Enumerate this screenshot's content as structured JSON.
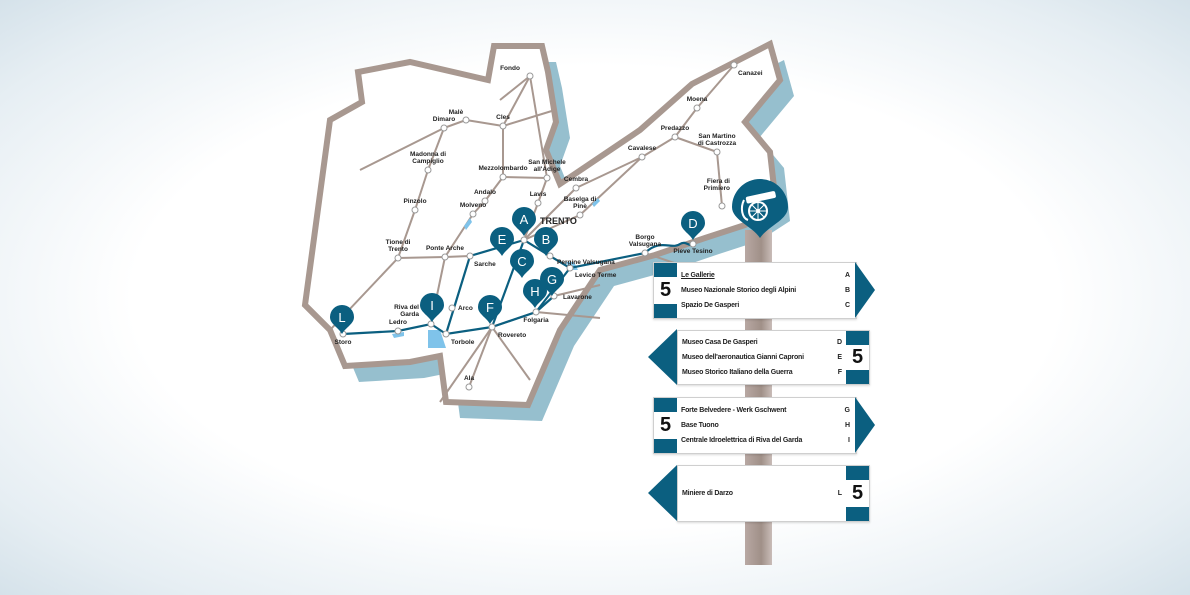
{
  "map": {
    "towns": [
      "Fondo",
      "Malè",
      "Cles",
      "Dimaro",
      "Canazei",
      "Moena",
      "Predazzo",
      "San Martino di Castrozza",
      "Cavalese",
      "Madonna di Campiglio",
      "Mezzolombardo",
      "San Michele all'Adige",
      "Cembra",
      "Andalo",
      "Lavis",
      "Fiera di Primiero",
      "Pinzolo",
      "Molveno",
      "Baselga di Pinè",
      "TRENTO",
      "Tione di Trento",
      "Ponte Arche",
      "Sarche",
      "Pergine Valsugana",
      "Borgo Valsugana",
      "Pieve Tesino",
      "Levico Terme",
      "Lavarone",
      "Folgaria",
      "Arco",
      "Rovereto",
      "Riva del Garda",
      "Ledro",
      "Torbole",
      "Storo",
      "Ala"
    ],
    "markers": [
      "A",
      "B",
      "C",
      "D",
      "E",
      "F",
      "G",
      "H",
      "I",
      "L"
    ],
    "colors": {
      "route": "#0b5f80",
      "road": "#a89890",
      "border": "#a89890",
      "lake": "#7fc3ea",
      "shadow": "#3f8aa6"
    }
  },
  "signpost": {
    "icon": "cannon-icon",
    "signs": [
      {
        "number": "5",
        "direction": "right",
        "items": [
          {
            "name": "Le Gallerie",
            "code": "A"
          },
          {
            "name": "Museo Nazionale Storico degli Alpini",
            "code": "B"
          },
          {
            "name": "Spazio De Gasperi",
            "code": "C"
          }
        ]
      },
      {
        "number": "5",
        "direction": "left",
        "items": [
          {
            "name": "Museo Casa De Gasperi",
            "code": "D"
          },
          {
            "name": "Museo dell'aeronautica Gianni Caproni",
            "code": "E"
          },
          {
            "name": "Museo Storico Italiano della Guerra",
            "code": "F"
          }
        ]
      },
      {
        "number": "5",
        "direction": "right",
        "items": [
          {
            "name": "Forte Belvedere - Werk Gschwent",
            "code": "G"
          },
          {
            "name": "Base Tuono",
            "code": "H"
          },
          {
            "name": "Centrale Idroelettrica di Riva del Garda",
            "code": "I"
          }
        ]
      },
      {
        "number": "5",
        "direction": "left",
        "items": [
          {
            "name": "Miniere di Darzo",
            "code": "L"
          }
        ]
      }
    ]
  }
}
